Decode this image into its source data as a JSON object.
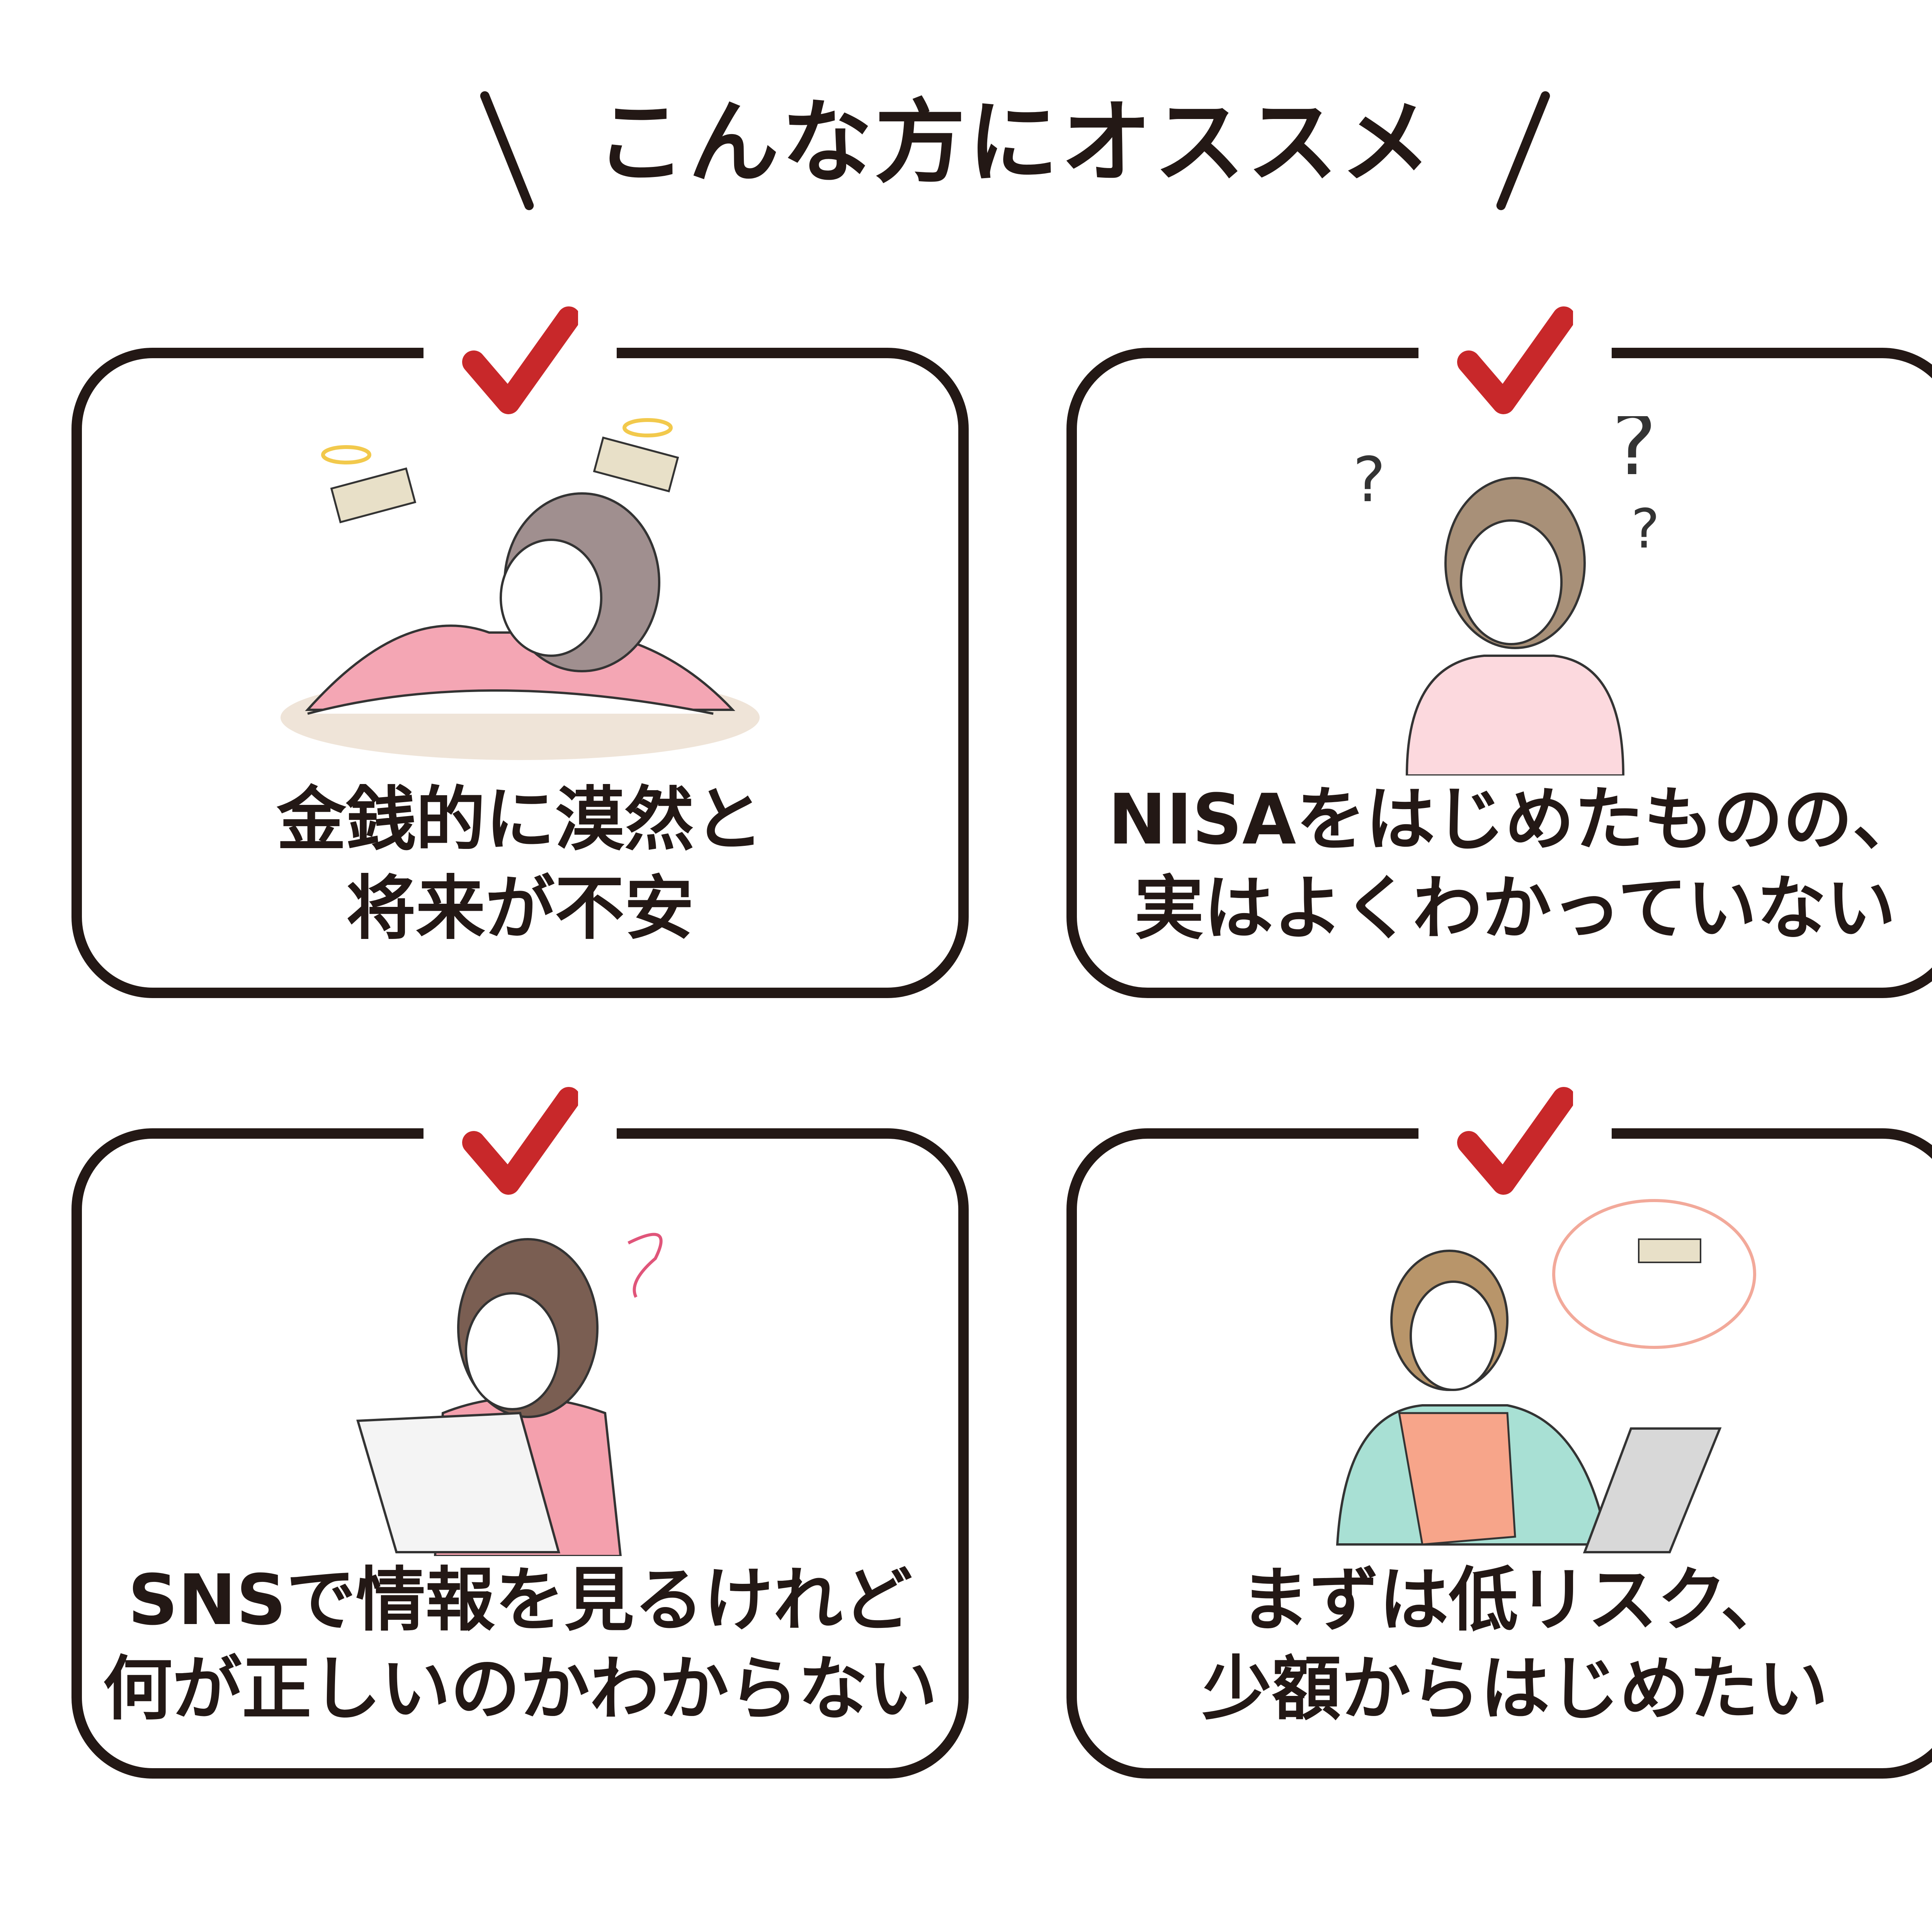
{
  "title": "こんな方にオススメ",
  "accent_color": "#c8282a",
  "cards": [
    {
      "line1": "金銭的に漠然と",
      "line2": "将来が不安",
      "icon": "woman-sad-money-flying"
    },
    {
      "line1": "NISAをはじめたものの、",
      "line2": "実はよくわかっていない",
      "icon": "woman-confused"
    },
    {
      "line1": "SNSで情報を見るけれど",
      "line2": "何が正しいのかわからない",
      "icon": "woman-headache-laptop"
    },
    {
      "line1": "まずは低リスク、",
      "line2": "少額からはじめたい",
      "icon": "woman-thinking-savings"
    }
  ]
}
